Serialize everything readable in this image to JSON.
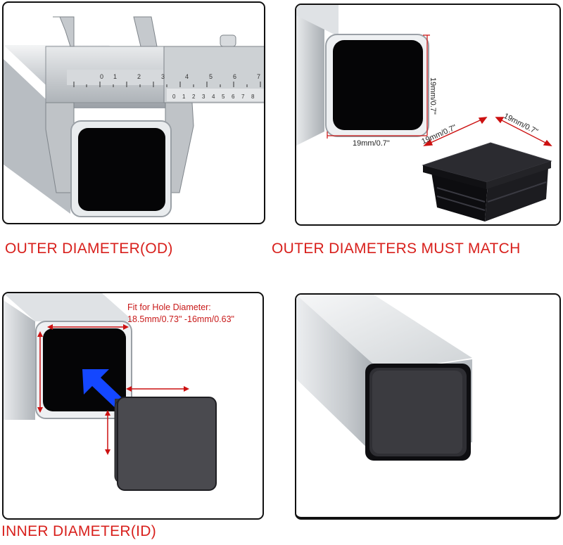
{
  "panels": {
    "outer_diameter": {
      "caption": "OUTER DIAMETER(OD)",
      "caliper_scale_top": [
        "0",
        "1",
        "2",
        "3",
        "4",
        "5",
        "6",
        "7"
      ],
      "caliper_scale_vernier": [
        "0",
        "1",
        "2",
        "3",
        "4",
        "5",
        "6",
        "7",
        "8"
      ]
    },
    "outer_match": {
      "caption": "OUTER DIAMETERS MUST MATCH",
      "tube_height": "19mm/0.7\"",
      "tube_width": "19mm/0.7\"",
      "cap_left": "19mm/0.7\"",
      "cap_right": "19mm/0.7\""
    },
    "inner_diameter": {
      "caption": "INNER DIAMETER(ID)",
      "fit_line1": "Fit for Hole Diameter:",
      "fit_line2": "18.5mm/0.73\" -16mm/0.63\""
    },
    "installed": {}
  },
  "colors": {
    "caption_red": "#d8201c",
    "arrow_blue": "#1447ff",
    "dimension_red": "#cc1111",
    "cap_black": "#1a1a1d"
  }
}
